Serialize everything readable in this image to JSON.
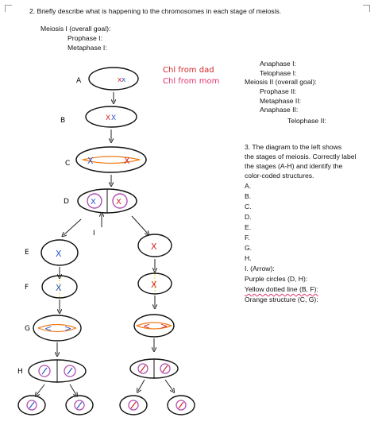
{
  "question2": {
    "prompt": "2.  Briefly describe what is happening to the chromosomes in each stage of meiosis.",
    "meiosis1": "Meiosis I (overall goal):",
    "prophase1": "Prophase I:",
    "metaphase1": "Metaphase I:",
    "anaphase1": "Anaphase I:",
    "telophase1": "Telophase I:",
    "meiosis2": "Meiosis II (overall goal):",
    "prophase2": "Prophase II:",
    "metaphase2": "Metaphase II:",
    "anaphase2": "Anaphase II:",
    "telophase2": "Telophase II:"
  },
  "legend": {
    "dad": "Chl from dad",
    "mom": "Chl from mom"
  },
  "question3": {
    "prompt_line1": "3.   The diagram to the left shows",
    "prompt_line2": "the stages of meiosis. Correctly label",
    "prompt_line3": "the stages (A-H) and identify the",
    "prompt_line4": "color-coded structures.",
    "items": [
      "A.",
      "B.",
      "C.",
      "D.",
      "E.",
      "F.",
      "G.",
      "H."
    ],
    "arrow_item": "I.    (Arrow):",
    "purple": "Purple circles (D, H):",
    "yellow": "Yellow dotted line (B, F):",
    "orange": "Orange structure (C, G):"
  },
  "stage_labels": {
    "A": "A",
    "B": "B",
    "C": "C",
    "D": "D",
    "E": "E",
    "F": "F",
    "G": "G",
    "H": "H",
    "I": "I"
  },
  "colors": {
    "red": "#d32626",
    "blue": "#2b58c8",
    "orange": "#f07a1a",
    "yellow": "#f2d21a",
    "purple": "#b04fb0",
    "pink": "#e0316a"
  }
}
